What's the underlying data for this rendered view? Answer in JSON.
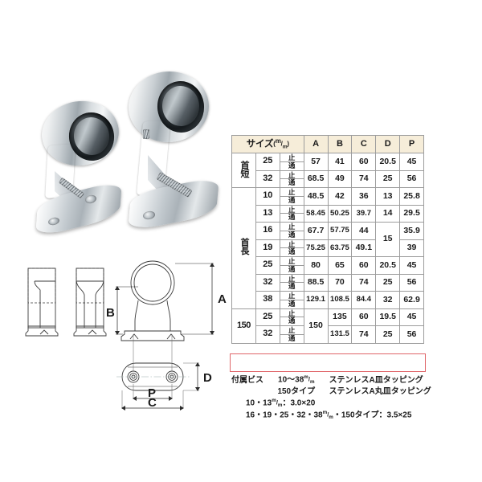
{
  "photos": {
    "alt_left": "short-neck-chrome-pipe-bracket",
    "alt_right": "long-neck-chrome-pipe-bracket"
  },
  "drawing": {
    "labels": {
      "A": "A",
      "B": "B",
      "C": "C",
      "D": "D",
      "P": "P"
    }
  },
  "table": {
    "header": {
      "size_label": "サイズ",
      "size_unit_num": "m",
      "size_unit_den": "m",
      "columns": [
        "A",
        "B",
        "C",
        "D",
        "P"
      ]
    },
    "groups": {
      "short": "首短",
      "long": "首長",
      "t150": "150"
    },
    "tt": {
      "stop": "止",
      "through": "通"
    },
    "rows": [
      {
        "group": "首短",
        "size": "25",
        "A": "57",
        "B": "41",
        "C": "60",
        "D": "20.5",
        "P": "45"
      },
      {
        "group": "首短",
        "size": "32",
        "A": "68.5",
        "B": "49",
        "C": "74",
        "D": "25",
        "P": "56"
      },
      {
        "group": "首長",
        "size": "10",
        "A": "48.5",
        "B": "42",
        "C": "36",
        "D": "13",
        "P": "25.8"
      },
      {
        "group": "首長",
        "size": "13",
        "A": "58.45",
        "B": "50.25",
        "C": "39.7",
        "D": "14",
        "P": "29.5"
      },
      {
        "group": "首長",
        "size": "16",
        "A": "67.7",
        "B": "57.75",
        "C": "44",
        "D": "15",
        "P": "35.9"
      },
      {
        "group": "首長",
        "size": "19",
        "A": "75.25",
        "B": "63.75",
        "C": "49.1",
        "D": "15",
        "P": "39"
      },
      {
        "group": "首長",
        "size": "25",
        "A": "80",
        "B": "65",
        "C": "60",
        "D": "20.5",
        "P": "45"
      },
      {
        "group": "首長",
        "size": "32",
        "A": "88.5",
        "B": "70",
        "C": "74",
        "D": "25",
        "P": "56"
      },
      {
        "group": "首長",
        "size": "38",
        "A": "129.1",
        "B": "108.5",
        "C": "84.4",
        "D": "32",
        "P": "62.9"
      },
      {
        "group": "150",
        "size": "25",
        "A": "150",
        "B": "135",
        "C": "60",
        "D": "19.5",
        "P": "45"
      },
      {
        "group": "150",
        "size": "32",
        "A": "150",
        "B": "131.5",
        "C": "74",
        "D": "25",
        "P": "56"
      }
    ],
    "highlight_color": "#e0666a",
    "header_bg": "#f6edd9"
  },
  "notes": {
    "label": "付属ビス",
    "line1_size": "10～38",
    "line1_unit_num": "m",
    "line1_unit_den": "m",
    "line1_screw": "ステンレスA皿タッピング",
    "line2_size": "150タイプ",
    "line2_screw": "ステンレスA丸皿タッピング",
    "line3": "10・13",
    "line3_unit_num": "m",
    "line3_unit_den": "m",
    "line3_tail": "：3.0×20",
    "line4": "16・19・25・32・38",
    "line4_unit_num": "m",
    "line4_unit_den": "m",
    "line4_tail": "・150タイプ：3.5×25"
  }
}
